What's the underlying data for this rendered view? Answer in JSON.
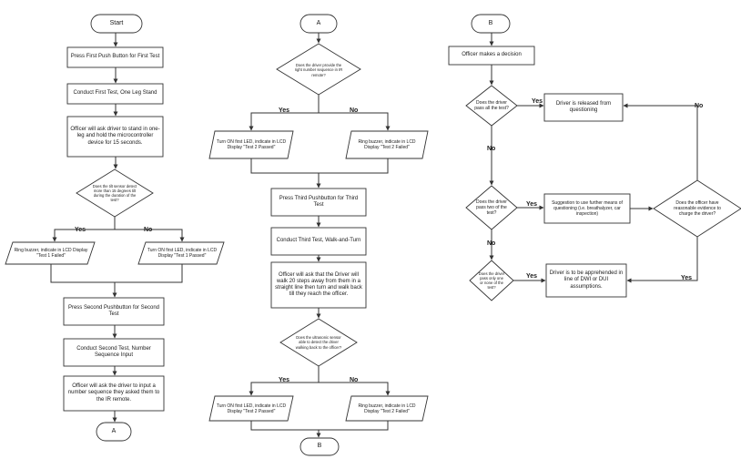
{
  "col1": {
    "start": "Start",
    "step1": "Press First Push Button for First Test",
    "step2": "Conduct First Test, One Leg Stand",
    "step3": "Officer will ask driver to stand in one-leg and hold the microcontroller device for 15 seconds.",
    "decision": "Does the tilt sensor detect more than 15 degrees tilt during the duration of the test?",
    "yes": "Yes",
    "no": "No",
    "out_yes": "Ring buzzer, indicate in LCD Display \"Test 1 Failed\"",
    "out_no": "Turn ON first LED, indicate in LCD Display \"Test 1 Passed\"",
    "step4": "Press Second Pushbutton for Second Test",
    "step5": "Conduct Second Test, Number Sequence Input",
    "step6": "Officer will ask the driver to input a number sequence they asked them to the IR remote.",
    "connector": "A"
  },
  "col2": {
    "connector_in": "A",
    "decision1": "Does the driver provide the right number sequence in IR remote?",
    "yes1": "Yes",
    "no1": "No",
    "out_yes1": "Turn ON first LED, indicate in LCD Display \"Test 2 Passed\"",
    "out_no1": "Ring buzzer, indicate in LCD Display \"Test 2 Failed\"",
    "step1": "Press Third Pushbutton for Third Test",
    "step2": "Conduct Third Test, Walk-and-Turn",
    "step3": "Officer will ask that the Driver will walk 20 steps away from them in a straight line then turn and walk back till they reach the officer.",
    "decision2": "Does the ultrasonic sensor able to detect the driver walking back to the officer?",
    "yes2": "Yes",
    "no2": "No",
    "out_yes2": "Turn ON first LED, indicate in LCD Display \"Test 2 Passed\"",
    "out_no2": "Ring buzzer, indicate in LCD Display \"Test 2 Failed\"",
    "connector_out": "B"
  },
  "col3": {
    "connector_in": "B",
    "step1": "Officer makes a decision",
    "decision1": "Does the driver pass all the test?",
    "yes1": "Yes",
    "no1": "No",
    "released": "Driver is released from questioning",
    "decision2": "Does the driver pass two of the test?",
    "yes2": "Yes",
    "no2": "No",
    "suggestion": "Suggestion to use further means of questioning (i.e. breathalyzer, car inspection)",
    "decision3": "Does the officer have reasonable evidence to charge the driver?",
    "yes3": "Yes",
    "no3": "No",
    "decision4": "Does the driver pass only one or none of the test?",
    "yes4": "Yes",
    "apprehended": "Driver is to be apprehended in line of DWI or DUI assumptions."
  }
}
